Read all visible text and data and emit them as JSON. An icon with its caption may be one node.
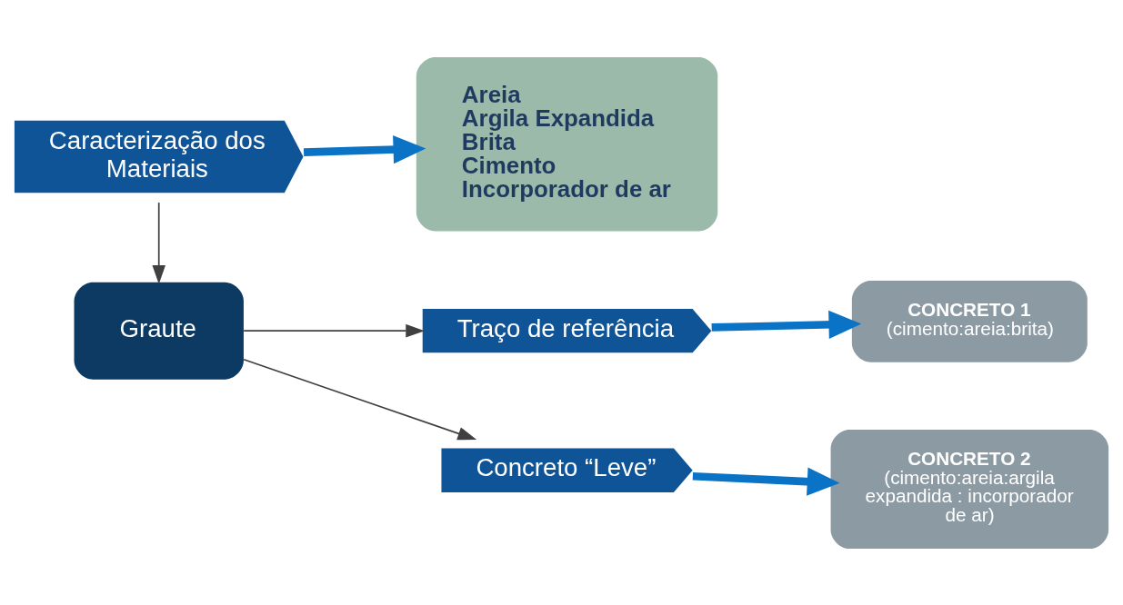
{
  "diagram": {
    "nodes": [
      {
        "text": [
          "Caracterização dos Materiais"
        ]
      },
      {
        "text": [
          "Areia",
          "Argila Expandida",
          "Brita",
          "Cimento",
          "Incorporador de ar"
        ]
      },
      {
        "text": [
          "Graute"
        ]
      },
      {
        "text": [
          "Traço de referência"
        ]
      },
      {
        "text": [
          "CONCRETO 1",
          "(cimento:areia:brita)"
        ]
      },
      {
        "text": [
          "Concreto “Leve”"
        ]
      },
      {
        "text": [
          "CONCRETO 2",
          "(cimento:areia:argila expandida : incorporador de ar)"
        ]
      }
    ],
    "edges": [
      {
        "from": 0,
        "to": 1,
        "arrow": "to",
        "style": "thick",
        "color": "#0b73c6"
      },
      {
        "from": 0,
        "to": 2,
        "arrow": "to",
        "color": "#404040"
      },
      {
        "from": 2,
        "to": 3,
        "arrow": "to",
        "color": "#404040"
      },
      {
        "from": 2,
        "to": 5,
        "arrow": "to",
        "color": "#404040"
      },
      {
        "from": 3,
        "to": 4,
        "arrow": "to",
        "style": "thick",
        "color": "#0b73c6"
      },
      {
        "from": 5,
        "to": 6,
        "arrow": "to",
        "style": "thick",
        "color": "#0b73c6"
      }
    ]
  }
}
